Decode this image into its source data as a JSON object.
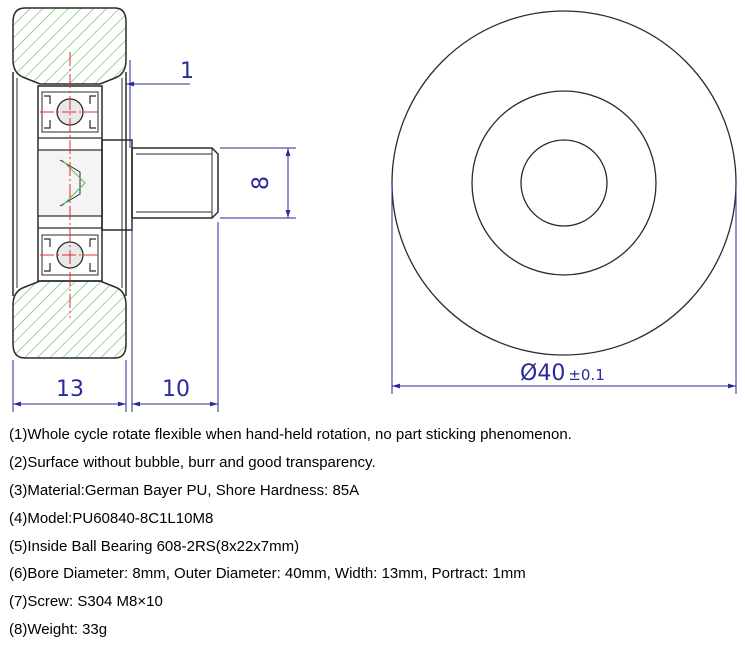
{
  "dimensions": {
    "portract": "1",
    "screw_diameter": "8",
    "width": "13",
    "screw_length": "10",
    "outer_diameter": "Ø40",
    "outer_tolerance": "±0.1"
  },
  "specs": [
    "(1)Whole cycle rotate flexible when hand-held rotation, no part sticking phenomenon.",
    "(2)Surface without bubble, burr and good transparency.",
    "(3)Material:German Bayer PU, Shore Hardness: 85A",
    "(4)Model:PU60840-8C1L10M8",
    "(5)Inside Ball Bearing 608-2RS(8x22x7mm)",
    "(6)Bore Diameter: 8mm, Outer Diameter: 40mm, Width: 13mm, Portract: 1mm",
    "(7)Screw: S304 M8×10",
    "(8)Weight: 33g"
  ],
  "colors": {
    "outline": "#2b2b2b",
    "dimension": "#2a2a9a",
    "hatch": "#55c355",
    "centerline": "#e03030"
  }
}
